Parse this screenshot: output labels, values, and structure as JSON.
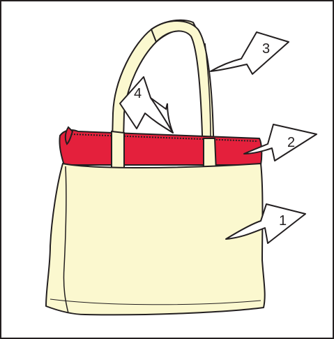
{
  "colors": {
    "frame": "#231f20",
    "bag_body": "#fbf8cf",
    "zipper_band": "#e4203c",
    "outline": "#231f20",
    "arrow_fill": "#ffffff"
  },
  "icons": {
    "bag": "tote-bag-icon",
    "arrow": "callout-arrow-icon"
  },
  "callouts": [
    {
      "number": "1"
    },
    {
      "number": "2"
    },
    {
      "number": "3"
    },
    {
      "number": "4"
    }
  ]
}
